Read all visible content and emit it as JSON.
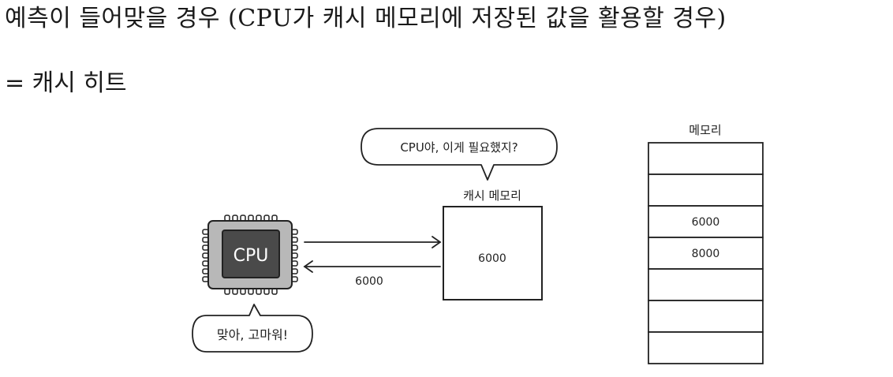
{
  "heading": "예측이 들어맞을 경우 (CPU가 캐시 메모리에 저장된 값을 활용할 경우)",
  "subheading": "= 캐시 히트",
  "diagram": {
    "cpu_label": "CPU",
    "cpu_bubble": "CPU야, 이게 필요했지?",
    "cpu_reply": "맞아, 고마워!",
    "cache_title": "캐시 메모리",
    "cache_value": "6000",
    "return_arrow_label": "6000",
    "memory_title": "메모리",
    "memory_cells": [
      "",
      "",
      "6000",
      "8000",
      "",
      "",
      ""
    ]
  },
  "colors": {
    "ink": "#222222",
    "cpu_body": "#b8b8b8",
    "cpu_core": "#4a4a4a",
    "cpu_label_color": "#ffffff"
  }
}
